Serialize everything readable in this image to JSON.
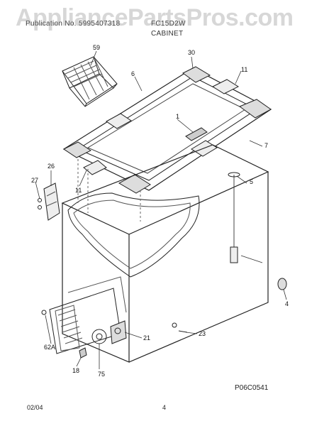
{
  "header": {
    "left_text": "Publication No. 5995407318",
    "model_text": "FC15D2W",
    "section_title": "CABINET"
  },
  "watermark": "AppliancePartsPros.com",
  "callouts": {
    "c59": "59",
    "c30": "30",
    "c6": "6",
    "c11a": "11",
    "c1": "1",
    "c7": "7",
    "c26": "26",
    "c27": "27",
    "c11b": "11",
    "c5": "5",
    "c4": "4",
    "c21": "21",
    "c23": "23",
    "c62a": "62A",
    "c18": "18",
    "c75": "75"
  },
  "drawing_code": "P06C0541",
  "footer": {
    "date": "02/04",
    "page": "4"
  }
}
